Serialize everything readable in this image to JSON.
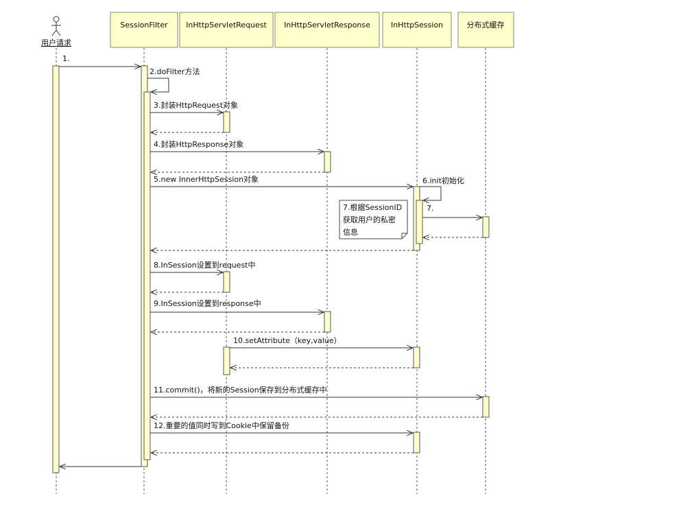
{
  "actor": {
    "label": "用户请求"
  },
  "lifelines": [
    {
      "id": "sf",
      "label": "SessionFilter"
    },
    {
      "id": "req",
      "label": "InHttpServletRequest"
    },
    {
      "id": "resp",
      "label": "InHttpServletResponse"
    },
    {
      "id": "sess",
      "label": "InHttpSession"
    },
    {
      "id": "cache",
      "label": "分布式缓存"
    }
  ],
  "messages": [
    {
      "n": "1",
      "label": "1."
    },
    {
      "n": "2",
      "label": "2.doFilter方法"
    },
    {
      "n": "3",
      "label": "3.封装HttpRequest对象"
    },
    {
      "n": "4",
      "label": "4.封装HttpResponse对象"
    },
    {
      "n": "5",
      "label": "5.new InnerHttpSession对象"
    },
    {
      "n": "6",
      "label": "6.init初始化"
    },
    {
      "n": "7",
      "label": "7."
    },
    {
      "n": "8",
      "label": "8.InSession设置到request中"
    },
    {
      "n": "9",
      "label": "9.InSession设置到response中"
    },
    {
      "n": "10",
      "label": "10.setAttribute（key,value）"
    },
    {
      "n": "11",
      "label": "11.commit()，将新的Session保存到分布式缓存中"
    },
    {
      "n": "12",
      "label": "12.重要的值同时写到Cookie中保留备份"
    }
  ],
  "note": {
    "lines": [
      "7.根据SessionID",
      "获取用户的私密",
      "信息"
    ]
  },
  "colors": {
    "header_fill": "#ffffcc",
    "activation_fill": "#ffffcc",
    "line": "#404040"
  }
}
